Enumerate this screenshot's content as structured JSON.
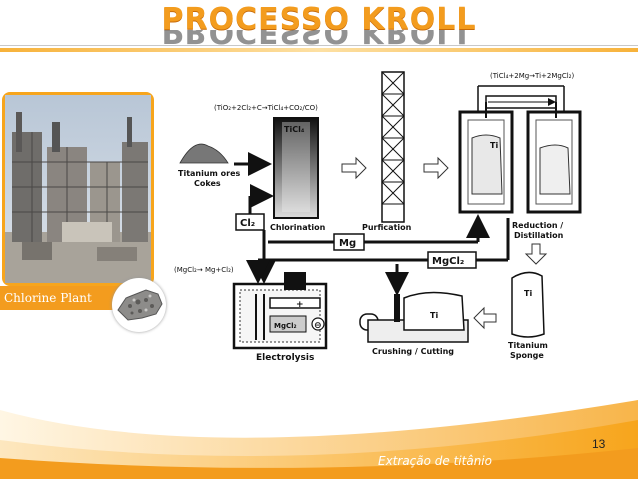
{
  "slide": {
    "title": "PROCESSO KROLL",
    "title_reflection": "PROCESSO KROLL",
    "photo_caption": "Chlorine Plant",
    "page_number": "13",
    "footer": "Extração de titânio"
  },
  "diagram": {
    "eq_chlorination": "(TiO₂+2Cl₂+C→TiCl₄+CO₂/CO)",
    "eq_reduction": "(TiCl₄+2Mg→Ti+2MgCl₂)",
    "eq_electrolysis": "(MgCl₂→ Mg+Cl₂)",
    "ores_label_1": "Titanium ores",
    "ores_label_2": "Cokes",
    "ticl4_label": "TiCl₄",
    "chlorination_label": "Chlorination",
    "purification_label": "Purfication",
    "reduction_label_1": "Reduction /",
    "reduction_label_2": "Distillation",
    "ti_label": "Ti",
    "sponge_ti_label": "Ti",
    "sponge_label_1": "Titanium",
    "sponge_label_2": "Sponge",
    "crushing_ti_label": "Ti",
    "crushing_label": "Crushing / Cutting",
    "electrolysis_label": "Electrolysis",
    "mgcl2_cell_label": "MgCl₂",
    "cl2_box": "Cl₂",
    "mg_box": "Mg",
    "mgcl2_box": "MgCl₂",
    "plus_sign": "+",
    "minus_sign": "⊖"
  }
}
